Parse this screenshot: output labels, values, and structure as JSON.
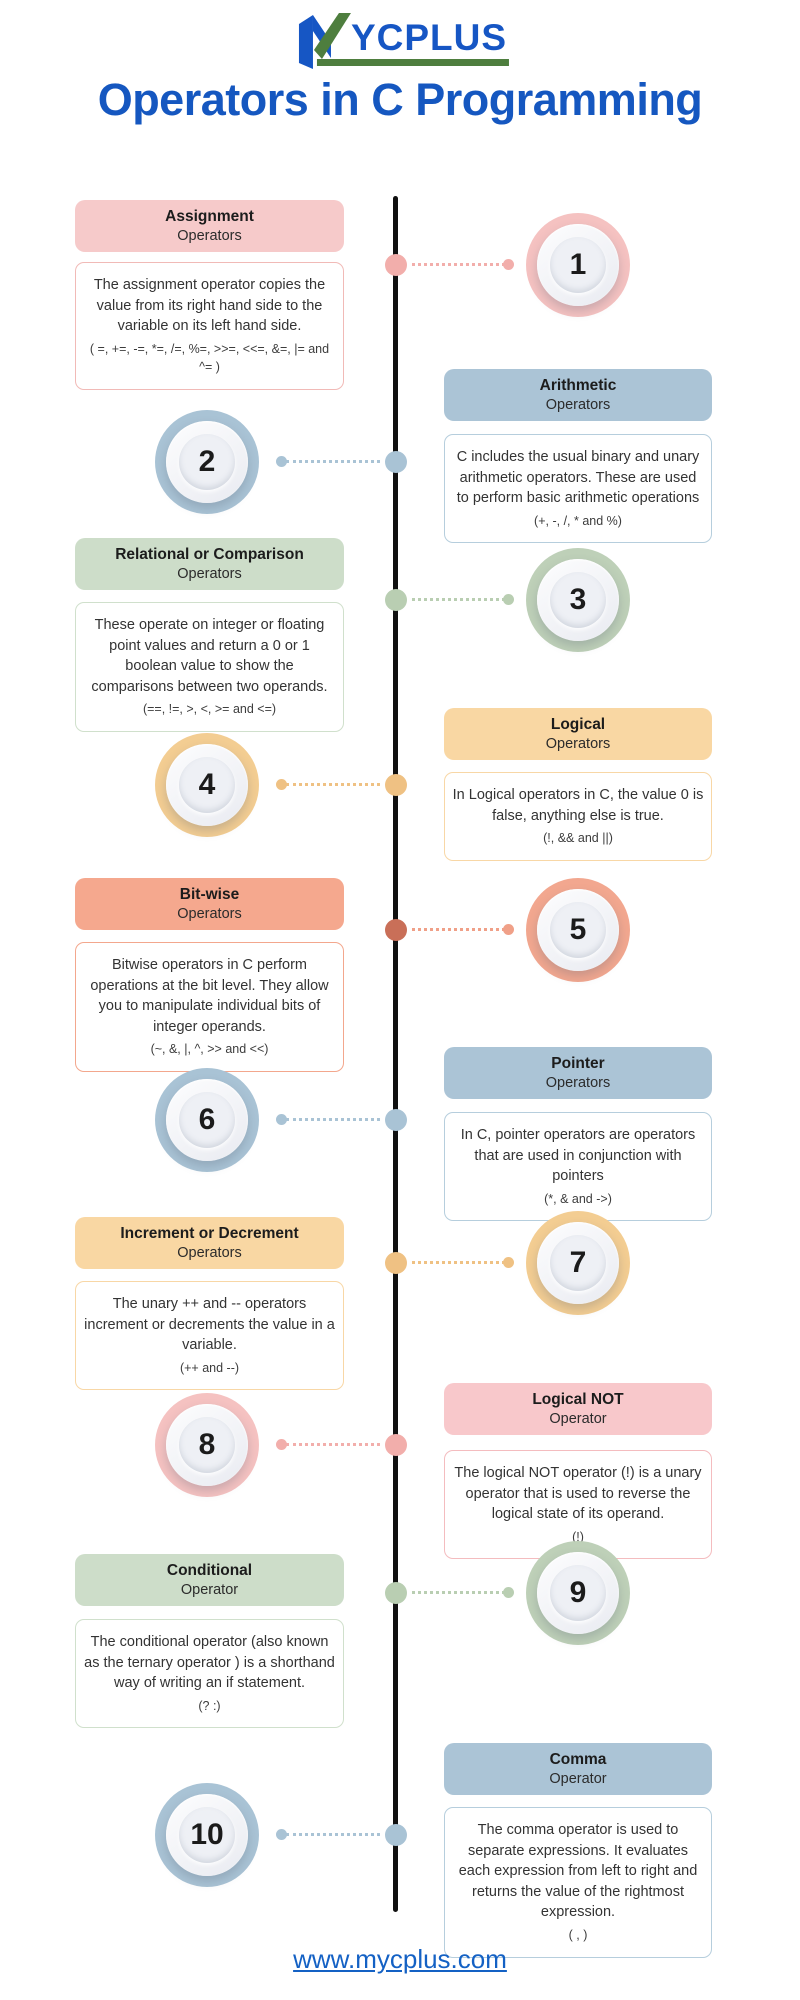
{
  "logo": {
    "brand": "MYCPLUS",
    "rest": "YCPLUS",
    "blue": "#1656c4",
    "green": "#4e7e3e"
  },
  "title": "Operators in C Programming",
  "title_color": "#1557c0",
  "footer": {
    "link": "www.mycplus.com"
  },
  "items": [
    {
      "number": "1",
      "title": "Assignment",
      "subtitle": "Operators",
      "description": "The assignment operator copies the value from its right hand side to the variable on its left hand side.",
      "operators": "( =, +=, -=, *=, /=, %=, >>=, <<=, &=, |= and ^= )",
      "side": "left",
      "colors": {
        "header_bg": "#f6caca",
        "border": "#f1bab7",
        "ring": "#f5c2c1",
        "dot": "#f2aeab",
        "line": "#f2aeab"
      }
    },
    {
      "number": "2",
      "title": "Arithmetic",
      "subtitle": "Operators",
      "description": "C includes the usual binary and unary arithmetic operators. These are used to perform basic arithmetic operations",
      "operators": "(+, -, /, * and %)",
      "side": "right",
      "colors": {
        "header_bg": "#abc4d6",
        "border": "#b6cedd",
        "ring": "#a9c3d5",
        "dot": "#a9c3d5",
        "line": "#a9c3d5"
      }
    },
    {
      "number": "3",
      "title": "Relational or Comparison",
      "subtitle": "Operators",
      "description": "These operate on integer or floating point values and return a 0 or 1 boolean value to show the comparisons between two operands.",
      "operators": "(==, !=, >, <, >= and <=)",
      "side": "left",
      "colors": {
        "header_bg": "#cdddc9",
        "border": "#d0e0cc",
        "ring": "#bed0b8",
        "dot": "#b9ceb2",
        "line": "#b9ceb2"
      }
    },
    {
      "number": "4",
      "title": "Logical",
      "subtitle": "Operators",
      "description": "In Logical operators in C, the value 0 is false, anything else is true.",
      "operators": "(!, && and ||)",
      "side": "right",
      "colors": {
        "header_bg": "#f9d7a3",
        "border": "#f8d7a6",
        "ring": "#f3cd92",
        "dot": "#efc183",
        "line": "#efc183"
      }
    },
    {
      "number": "5",
      "title": "Bit-wise",
      "subtitle": "Operators",
      "description": "Bitwise operators in C perform operations at the bit level. They allow you to manipulate individual bits of integer operands.",
      "operators": "(~, &, |, ^, >> and <<)",
      "side": "left",
      "colors": {
        "header_bg": "#f5a88e",
        "border": "#f3a78d",
        "ring": "#f2a78f",
        "dot": "#c96f58",
        "line": "#f0a088"
      }
    },
    {
      "number": "6",
      "title": "Pointer",
      "subtitle": "Operators",
      "description": "In C, pointer operators are operators that are used in conjunction with pointers",
      "operators": "(*, & and ->)",
      "side": "right",
      "colors": {
        "header_bg": "#abc4d6",
        "border": "#b6cedd",
        "ring": "#a9c3d5",
        "dot": "#a9c3d5",
        "line": "#a9c3d5"
      }
    },
    {
      "number": "7",
      "title": "Increment or Decrement",
      "subtitle": "Operators",
      "description": "The unary ++ and -- operators increment or decrements the value in a variable.",
      "operators": "(++ and --)",
      "side": "left",
      "colors": {
        "header_bg": "#f9d7a3",
        "border": "#f8d7a6",
        "ring": "#f3cd92",
        "dot": "#efc183",
        "line": "#efc183"
      }
    },
    {
      "number": "8",
      "title": "Logical NOT",
      "subtitle": "Operator",
      "description": "The logical NOT operator (!) is a unary operator that is used to reverse the logical state of its operand.",
      "operators": "(!)",
      "side": "right",
      "colors": {
        "header_bg": "#f8c8cb",
        "border": "#f4bcbf",
        "ring": "#f5c2c1",
        "dot": "#f2aeab",
        "line": "#f2aeab"
      }
    },
    {
      "number": "9",
      "title": "Conditional",
      "subtitle": "Operator",
      "description": "The conditional operator (also known as the ternary operator ) is a shorthand way of writing an if statement.",
      "operators": "(? :)",
      "side": "left",
      "colors": {
        "header_bg": "#cdddc9",
        "border": "#d0e0cc",
        "ring": "#bed0b8",
        "dot": "#b9ceb2",
        "line": "#b9ceb2"
      }
    },
    {
      "number": "10",
      "title": "Comma",
      "subtitle": "Operator",
      "description": "The comma operator is used to separate expressions. It evaluates each expression from left to right and returns the value of the rightmost expression.",
      "operators": "( , )",
      "side": "right",
      "colors": {
        "header_bg": "#abc4d6",
        "border": "#b6cedd",
        "ring": "#a9c3d5",
        "dot": "#a9c3d5",
        "line": "#a9c3d5"
      }
    }
  ]
}
